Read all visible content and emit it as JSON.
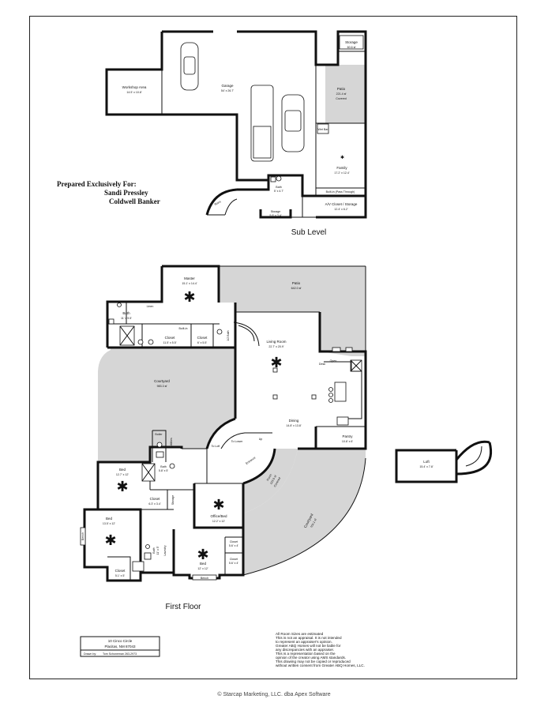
{
  "prepared": {
    "line1": "Prepared Exclusively For:",
    "line2": "Sandi Pressley",
    "line3": "Coldwell Banker"
  },
  "sections": {
    "sub_level": "Sub Level",
    "first_floor": "First Floor"
  },
  "sub_rooms": {
    "storage_top": {
      "name": "Storage",
      "dim": "60.6 sf"
    },
    "workshop": {
      "name": "Workshop Area",
      "dim": "14.5' x 10.8'"
    },
    "garage": {
      "name": "Garage",
      "dim": "54' x 26.7'"
    },
    "patio": {
      "name": "Patio",
      "dim": "221.4 sf",
      "note": "Covered"
    },
    "family": {
      "name": "Family",
      "dim": "17.2' x 12.4'"
    },
    "wet_bar": "Wet Bar",
    "builtin": "Built-in (Pass Through)",
    "av": {
      "name": "A/V Closet / Storage",
      "dim": "12.4' x 6.2'"
    },
    "bath": {
      "name": "Bath",
      "dim": "5' x 4.7'"
    },
    "storage_bottom": {
      "name": "Storage",
      "dim": "5.9' x 3.4'"
    },
    "stairs": "Stairs"
  },
  "first_rooms": {
    "master": {
      "name": "Master",
      "dim": "15.1' x 14.4'"
    },
    "patio": {
      "name": "Patio",
      "dim": "642.0 sf"
    },
    "linen": "Linen",
    "bath": {
      "name": "Bath",
      "dim": "11' x 9.5'"
    },
    "closet1": {
      "name": "Closet",
      "dim": "11.5' x 5.5'"
    },
    "builtin": "Built-in",
    "closet2": {
      "name": "Closet",
      "dim": "6' x 5.5'"
    },
    "halfbath": {
      "name": "1/2 Bath",
      "dim": ""
    },
    "living": {
      "name": "Living Room",
      "dim": "22.7' x 20.9'"
    },
    "courtyard": {
      "name": "Courtyard",
      "dim": "983.3 sf"
    },
    "dining": {
      "name": "Dining",
      "dim": "14.8' x 13.8'"
    },
    "pantry": {
      "name": "Pantry",
      "dim": "10.8' x 6'"
    },
    "boiler": "Boiler",
    "utilities": "Utilities",
    "bath2": {
      "name": "Bath",
      "dim": "5.8' x 5'"
    },
    "to_loft": "To Loft",
    "up": "Up",
    "to_lower": "To Lower",
    "entrance": "Entrance",
    "porch": {
      "name": "Porch",
      "dim": "123.9 sf",
      "note": "Covered"
    },
    "bed1": {
      "name": "Bed",
      "dim": "12.7' x 12'"
    },
    "closet3": {
      "name": "Closet",
      "dim": "6.3' x 3.4'"
    },
    "storage": "Storage",
    "office": {
      "name": "Office/Bed",
      "dim": "12.2' x 12'"
    },
    "courtyard2": {
      "name": "Courtyard",
      "dim": "704.1 sf"
    },
    "bed2": {
      "name": "Bed",
      "dim": "13.5' x 12'"
    },
    "bench": "Bench",
    "bath3": {
      "name": "Bath",
      "dim": "11' x 5'"
    },
    "laundry": "Laundry",
    "closet4": {
      "name": "Closet",
      "dim": "5.1' x 5'"
    },
    "bed3": {
      "name": "Bed",
      "dim": "12' x 12'"
    },
    "closet5": {
      "name": "Closet",
      "dim": "5.6' x 4'"
    },
    "closet6": {
      "name": "Closet",
      "dim": "5.6' x 4'"
    },
    "bench2": "Bench",
    "loft": {
      "name": "Loft",
      "dim": "15.4' x 7.8'"
    },
    "open": "Open",
    "desk": "Desk"
  },
  "address": {
    "line1": "10 Cinco Circle",
    "line2": "Placitas, NM  87043",
    "drawn_by_label": "Drawn by:",
    "drawn_by": "Tom Schoneman 263-2973"
  },
  "disclaimer": [
    "All Room Sizes are estimated",
    "This is not an appraisal.  It is not intended",
    "to represent an appraiser's opinion.",
    "Greater ABQ Homes will not be liable for",
    "any discrepancies with an appraiser.",
    "This is a representation based on the",
    "opinion of the creator using AMS standards.",
    "This drawing may not be copied or reproduced",
    "without written consent from Greater ABQ Homes, LLC."
  ],
  "copyright": "© Starcap Marketing, LLC. dba Apex Software"
}
